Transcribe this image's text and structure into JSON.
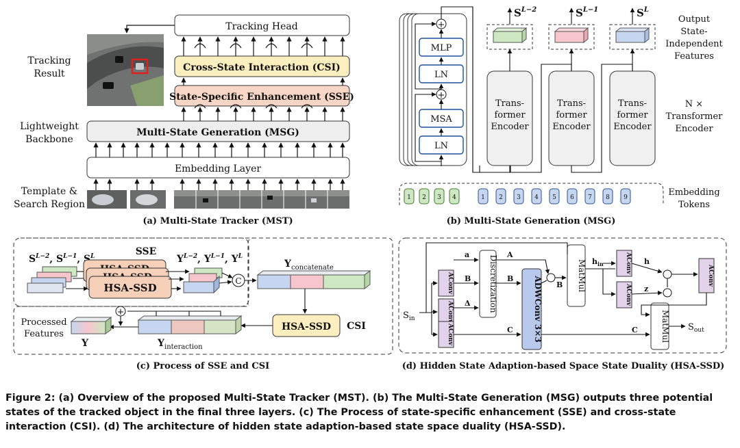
{
  "panel_a": {
    "tracking_head": "Tracking Head",
    "csi": "Cross-State Interaction (CSI)",
    "sse": "State-Specific Enhancement (SSE)",
    "msg": "Multi-State Generation (MSG)",
    "embedding": "Embedding Layer",
    "tracking_result_1": "Tracking",
    "tracking_result_2": "Result",
    "backbone_1": "Lightweight",
    "backbone_2": "Backbone",
    "template_1": "Template &",
    "template_2": "Search Region",
    "caption": "(a) Multi-State Tracker (MST)"
  },
  "panel_b": {
    "mlp": "MLP",
    "ln": "LN",
    "msa": "MSA",
    "plus": "+",
    "encoder_1": "Trans-",
    "encoder_2": "former",
    "encoder_3": "Encoder",
    "output_labels": [
      "S^{L-2}",
      "S^{L-1}",
      "S^{L}"
    ],
    "s_base": "S",
    "sup_l2": "L−2",
    "sup_l1": "L−1",
    "sup_l": "L",
    "right_output_1": "Output",
    "right_output_2": "State-",
    "right_output_3": "Independent",
    "right_output_4": "Features",
    "right_n_1": "N ×",
    "right_n_2": "Transformer",
    "right_n_3": "Encoder",
    "right_emb_1": "Embedding",
    "right_emb_2": "Tokens",
    "token_numbers": [
      "1",
      "2",
      "3",
      "4",
      "1",
      "2",
      "3",
      "4",
      "5",
      "6",
      "7",
      "8",
      "9"
    ],
    "caption": "(b) Multi-State Generation (MSG)"
  },
  "panel_c": {
    "input_label": "S^{L-2}, S^{L-1}, S^{L}",
    "sse_title": "SSE",
    "hsa": "HSA-SSD",
    "output_label": "Y^{L-2}, Y^{L-1}, Y^{L}",
    "concat_symbol": "C",
    "y_base": "Y",
    "y_concat_sub": "concatenate",
    "y_inter_sub": "interaction",
    "processed_1": "Processed",
    "processed_2": "Features",
    "y": "Y",
    "csi": "CSI",
    "plus": "+",
    "caption": "(c) Process of SSE and  CSI"
  },
  "panel_d": {
    "s_in": "S",
    "s_in_sub": "in",
    "s_out": "S",
    "s_out_sub": "out",
    "aconv": "AConv",
    "discretization": "Discretization",
    "adwconv": "ADWConv 3×3",
    "matmul": "MatMul",
    "letters": {
      "a": "a",
      "b": "B",
      "delta": "Δ",
      "A": "A",
      "c": "C",
      "h": "h",
      "z": "z",
      "hin": "h",
      "hin_sub": "in"
    },
    "dot": "·",
    "caption": "(d) Hidden State Adaption-based Space State Duality (HSA-SSD)"
  },
  "figure_caption": "Figure 2: (a) Overview of the proposed Multi-State Tracker (MST). (b) The Multi-State Generation (MSG) outputs three potential states of the tracked object in the final three layers. (c) The Process of state-specific enhancement (SSE) and cross-state interaction (CSI). (d) The architecture of hidden state adaption-based state space duality (HSA-SSD).",
  "colors": {
    "csi": "#fcefbf",
    "sse": "#f8d6c6",
    "msg": "#efefef",
    "hsa": "#f6d0b8",
    "green": "#cfe8c4",
    "red": "#f6c6cc",
    "blue": "#c6d6f0",
    "aconv": "#e2d3ea",
    "adwconv": "#b9c9ee"
  }
}
